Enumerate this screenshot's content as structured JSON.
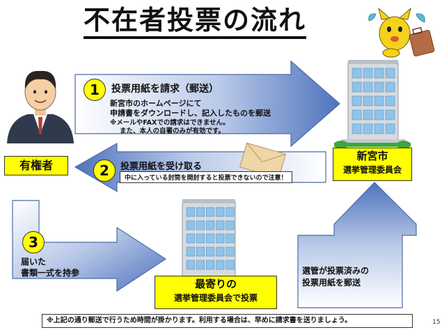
{
  "title": "不在者投票の流れ",
  "voter_label": "有権者",
  "city_office": {
    "line1": "新宮市",
    "line2": "選挙管理委員会"
  },
  "step1": {
    "number": "1",
    "heading": "投票用紙を請求（郵送）",
    "line1": "新宮市のホームページにて",
    "line2": "申請書をダウンロードし、記入したものを郵送",
    "note1": "※メールやFAXでの請求はできません。",
    "note2": "また、本人の自署のみが有効です。"
  },
  "step2": {
    "number": "2",
    "heading": "投票用紙を受け取る",
    "notice": "中に入っている封筒を開封すると投票できないので注意！"
  },
  "step3": {
    "number": "3",
    "line1": "届いた",
    "line2": "書類一式を持参"
  },
  "nearest_office": {
    "line1": "最寄りの",
    "line2": "選挙管理委員会で投票"
  },
  "return_step": {
    "line1": "選管が投票済みの",
    "line2": "投票用紙を郵送"
  },
  "footer_note": "※上記の通り郵送で行うため時間が掛かります。利用する場合は、早めに請求書を送りましょう。",
  "page_number": "15",
  "colors": {
    "arrow_blue": "#5b7fc4",
    "arrow_light": "#e8eef8",
    "highlight": "#ffff00"
  }
}
